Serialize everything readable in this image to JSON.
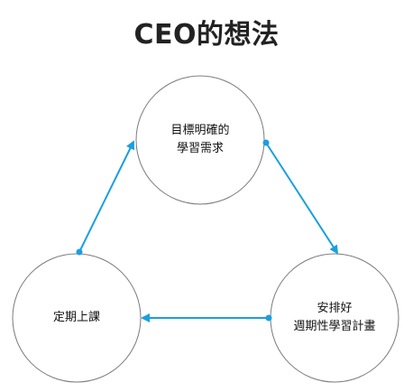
{
  "title": "CEO的想法",
  "colors": {
    "arrow": "#1a9fe0",
    "node_border": "#7a7a7a",
    "node_fill": "#ffffff"
  },
  "nodes": [
    {
      "id": "goal",
      "lines": [
        "目標明確的",
        "學習需求"
      ]
    },
    {
      "id": "plan",
      "lines": [
        "安排好",
        "週期性學習計畫"
      ]
    },
    {
      "id": "class",
      "lines": [
        "定期上課"
      ]
    }
  ],
  "edges": [
    {
      "from": "goal",
      "to": "plan",
      "arrowhead": "end"
    },
    {
      "from": "plan",
      "to": "class",
      "arrowhead": "end"
    },
    {
      "from": "class",
      "to": "goal",
      "arrowhead": "end"
    }
  ]
}
